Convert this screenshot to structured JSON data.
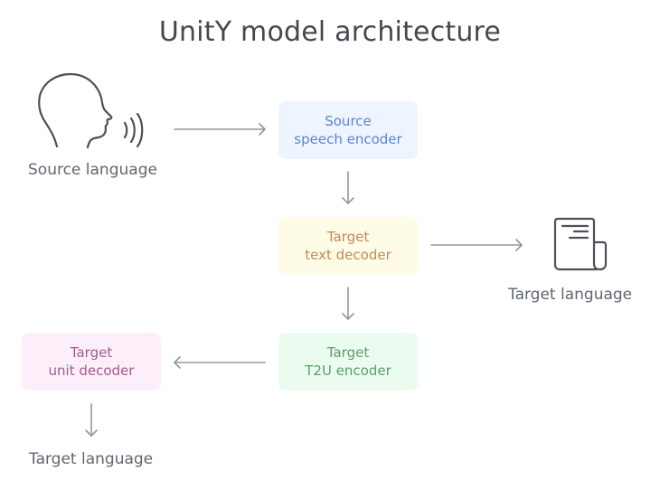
{
  "title": "UnitY model architecture",
  "nodes": {
    "source_speech_encoder": {
      "line1": "Source",
      "line2": "speech encoder",
      "color": "#5b86c9",
      "bg": "#eef5fe"
    },
    "target_text_decoder": {
      "line1": "Target",
      "line2": "text decoder",
      "color": "#c58a55",
      "bg": "#fefbe6"
    },
    "target_t2u_encoder": {
      "line1": "Target",
      "line2": "T2U encoder",
      "color": "#5c9d68",
      "bg": "#ebfbef"
    },
    "target_unit_decoder": {
      "line1": "Target",
      "line2": "unit decoder",
      "color": "#9d5b92",
      "bg": "#fdeffa"
    }
  },
  "labels": {
    "source_language": "Source language",
    "target_language_text": "Target language",
    "target_language_speech": "Target language"
  },
  "icons": {
    "speaker": "speaking-head-icon",
    "document": "document-icon"
  },
  "edges": [
    {
      "from": "source_language",
      "to": "source_speech_encoder",
      "direction": "right"
    },
    {
      "from": "source_speech_encoder",
      "to": "target_text_decoder",
      "direction": "down"
    },
    {
      "from": "target_text_decoder",
      "to": "target_language_text",
      "direction": "right"
    },
    {
      "from": "target_text_decoder",
      "to": "target_t2u_encoder",
      "direction": "down"
    },
    {
      "from": "target_t2u_encoder",
      "to": "target_unit_decoder",
      "direction": "left"
    },
    {
      "from": "target_unit_decoder",
      "to": "target_language_speech",
      "direction": "down"
    }
  ]
}
